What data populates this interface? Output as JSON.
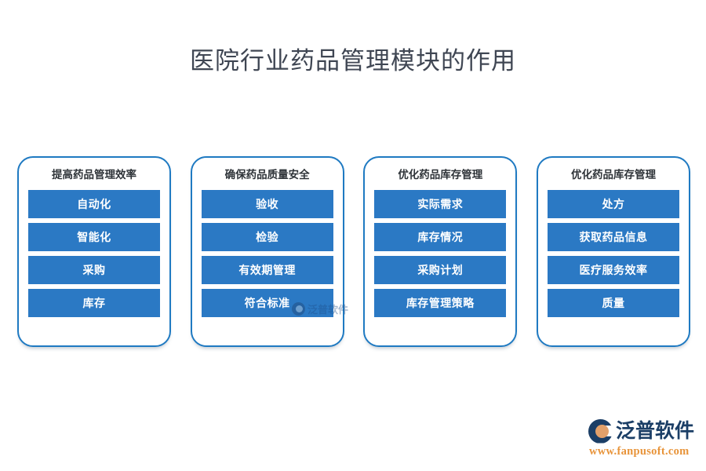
{
  "page": {
    "title": "医院行业药品管理模块的作用",
    "background_color": "#ffffff",
    "accent_color": "#2b79c4",
    "border_color": "#1f7ac2",
    "title_color": "#3f4653"
  },
  "cards": [
    {
      "header": "提高药品管理效率",
      "items": [
        "自动化",
        "智能化",
        "采购",
        "库存"
      ]
    },
    {
      "header": "确保药品质量安全",
      "items": [
        "验收",
        "检验",
        "有效期管理",
        "符合标准"
      ]
    },
    {
      "header": "优化药品库存管理",
      "items": [
        "实际需求",
        "库存情况",
        "采购计划",
        "库存管理策略"
      ]
    },
    {
      "header": "优化药品库存管理",
      "items": [
        "处方",
        "获取药品信息",
        "医疗服务效率",
        "质量"
      ]
    }
  ],
  "watermark": {
    "text": "泛普软件"
  },
  "logo": {
    "name": "泛普软件",
    "url": "www.fanpusoft.com",
    "brand_color": "#1b3e66",
    "url_color": "#e8943a"
  }
}
